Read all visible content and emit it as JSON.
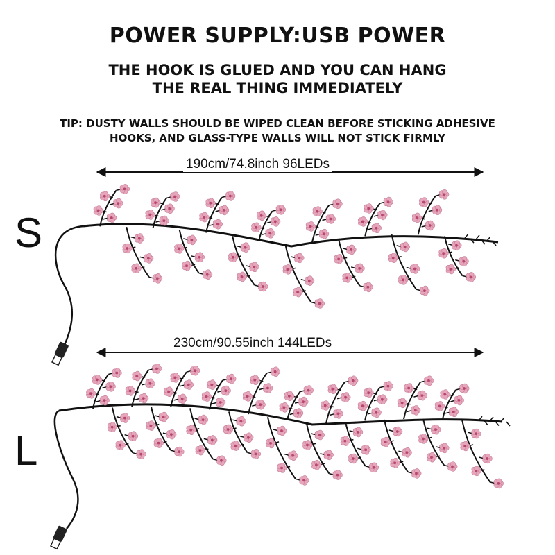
{
  "header": {
    "title": "POWER SUPPLY:USB POWER",
    "subtitle_line1": "THE HOOK IS GLUED AND YOU CAN HANG",
    "subtitle_line2": "THE REAL THING IMMEDIATELY",
    "tip_line1": "TIP: DUSTY WALLS SHOULD BE WIPED CLEAN BEFORE STICKING ADHESIVE",
    "tip_line2": "HOOKS, AND GLASS-TYPE WALLS WILL NOT STICK FIRMLY"
  },
  "variants": [
    {
      "size": "S",
      "dimension": "190cm/74.8inch 96LEDs"
    },
    {
      "size": "L",
      "dimension": "230cm/90.55inch 144LEDs"
    }
  ],
  "colors": {
    "text": "#111111",
    "branch": "#111111",
    "blossom": "#e7a6bc",
    "blossom_center": "#b8456f"
  },
  "icons": [
    "usb-plug-icon",
    "blossom-icon"
  ]
}
